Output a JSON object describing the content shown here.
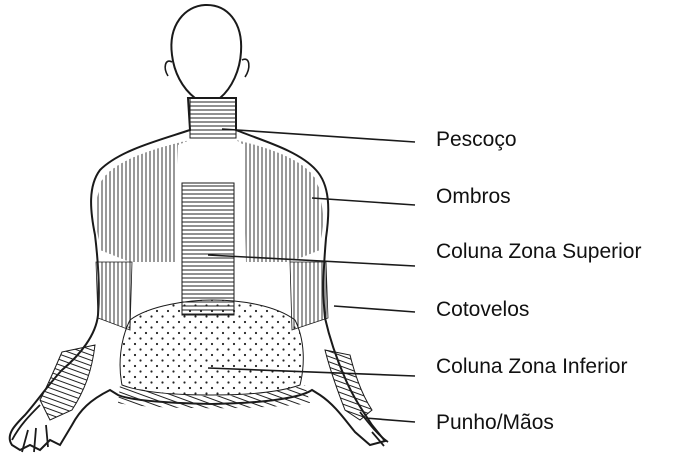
{
  "colors": {
    "ink": "#1a1a1a",
    "background": "#ffffff"
  },
  "regions": [
    {
      "id": "neck",
      "label": "Pescoço",
      "pattern": "horizontal-hatch"
    },
    {
      "id": "shoulders",
      "label": "Ombros",
      "pattern": "vertical-hatch"
    },
    {
      "id": "upper-spine",
      "label": "Coluna Zona Superior",
      "pattern": "horizontal-hatch"
    },
    {
      "id": "elbows",
      "label": "Cotovelos",
      "pattern": "vertical-hatch"
    },
    {
      "id": "lower-spine",
      "label": "Coluna Zona Inferior",
      "pattern": "dots"
    },
    {
      "id": "wrists-hands",
      "label": "Punho/Mãos",
      "pattern": "diagonal-hatch"
    }
  ]
}
